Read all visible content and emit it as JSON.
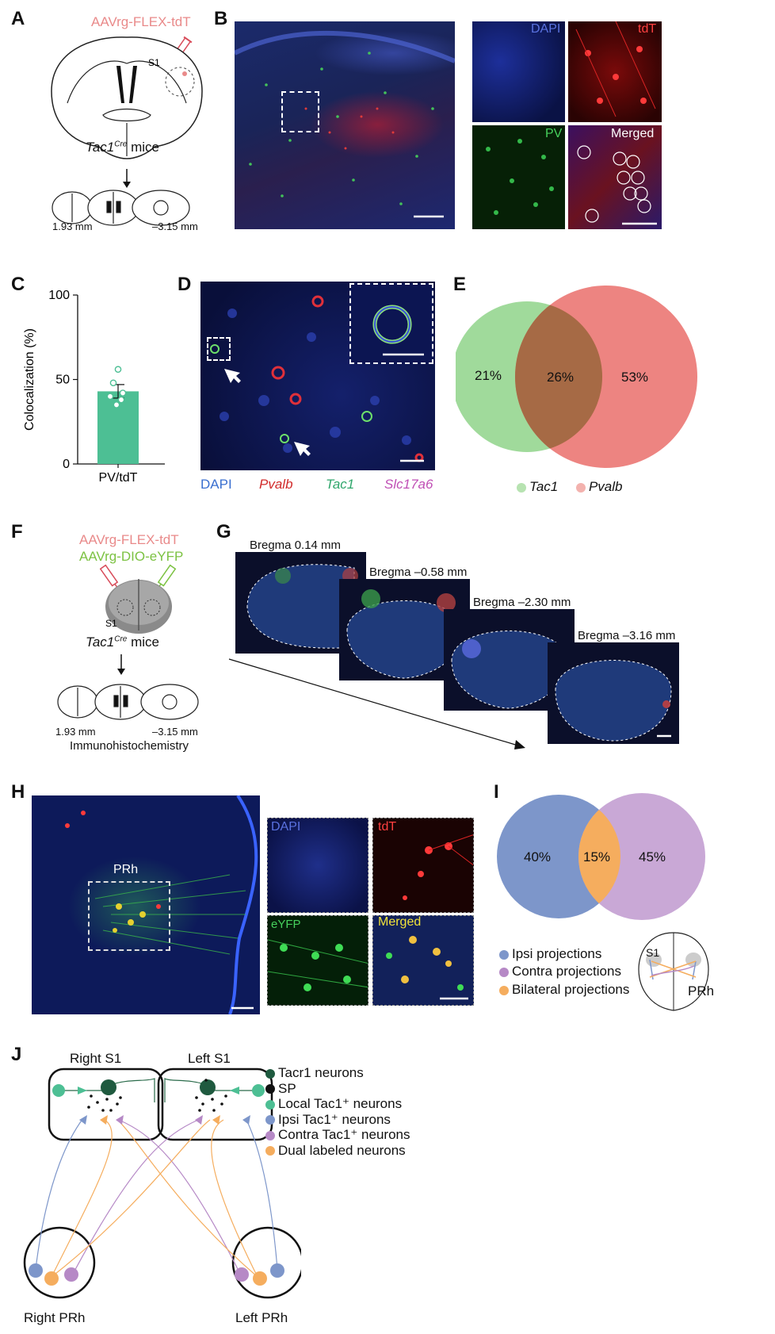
{
  "panels": {
    "A": "A",
    "B": "B",
    "C": "C",
    "D": "D",
    "E": "E",
    "F": "F",
    "G": "G",
    "H": "H",
    "I": "I",
    "J": "J"
  },
  "panel_a": {
    "virus": "AAVrg-FLEX-tdT",
    "region": "S1",
    "mouse": "Tac1",
    "mouse_sup": "Cre",
    "mouse_suffix": " mice",
    "left_coord": "1.93 mm",
    "right_coord": "–3.15 mm"
  },
  "panel_b": {
    "channels": [
      "DAPI",
      "tdT",
      "PV",
      "Merged"
    ]
  },
  "panel_c": {
    "chart_data": {
      "type": "bar",
      "categories": [
        "PV/tdT"
      ],
      "values": [
        43
      ],
      "error": [
        4
      ],
      "points": [
        56,
        48,
        42,
        40,
        38,
        35
      ],
      "ylabel": "Colocalization (%)",
      "ylim": [
        0,
        100
      ],
      "yticks": [
        0,
        50,
        100
      ],
      "bar_color": "#4dbf94"
    }
  },
  "panel_d": {
    "legend": [
      {
        "text": "DAPI",
        "color": "#3a6fd0",
        "italic": false
      },
      {
        "text": "Pvalb",
        "color": "#d12a2a",
        "italic": true
      },
      {
        "text": "Tac1",
        "color": "#2fa66b",
        "italic": true
      },
      {
        "text": "Slc17a6",
        "color": "#c04fb5",
        "italic": true
      }
    ]
  },
  "panel_e": {
    "chart_data": {
      "type": "venn",
      "sets": [
        {
          "name": "Tac1",
          "value": "21%",
          "color": "#8fd48a"
        },
        {
          "name": "Pvalb",
          "value": "53%",
          "color": "#ea6f6b"
        }
      ],
      "overlap": "26%"
    },
    "legend": [
      "Tac1",
      "Pvalb"
    ]
  },
  "panel_f": {
    "virus1": "AAVrg-FLEX-tdT",
    "virus2": "AAVrg-DIO-eYFP",
    "region": "S1",
    "mouse": "Tac1",
    "mouse_sup": "Cre",
    "mouse_suffix": " mice",
    "left_coord": "1.93 mm",
    "right_coord": "–3.15 mm",
    "method": "Immunohistochemistry"
  },
  "panel_g": {
    "sections": [
      "Bregma 0.14 mm",
      "Bregma –0.58 mm",
      "Bregma –2.30 mm",
      "Bregma –3.16 mm"
    ]
  },
  "panel_h": {
    "roi": "PRh",
    "channels": [
      "DAPI",
      "tdT",
      "eYFP",
      "Merged"
    ]
  },
  "panel_i": {
    "chart_data": {
      "type": "venn",
      "sets": [
        {
          "name": "Ipsi projections",
          "value": "40%",
          "color": "#7d96ca"
        },
        {
          "name": "Contra projections",
          "value": "45%",
          "color": "#c9a8d6"
        }
      ],
      "overlap": "15%",
      "overlap_name": "Bilateral projections",
      "overlap_color": "#f5ad5e"
    },
    "legend": [
      {
        "text": "Ipsi projections",
        "color": "#7d96ca"
      },
      {
        "text": "Contra projections",
        "color": "#b689c6"
      },
      {
        "text": "Bilateral projections",
        "color": "#f5ad5e"
      }
    ],
    "brain_s1": "S1",
    "brain_prh": "PRh"
  },
  "panel_j": {
    "right_s1": "Right S1",
    "left_s1": "Left S1",
    "right_prh": "Right PRh",
    "left_prh": "Left PRh",
    "legend": [
      {
        "text": "Tacr1 neurons",
        "color": "#1f5a3f"
      },
      {
        "text": "SP",
        "color": "#111111"
      },
      {
        "text": "Local Tac1⁺ neurons",
        "color": "#4dbf94"
      },
      {
        "text": "Ipsi Tac1⁺ neurons",
        "color": "#7d96ca"
      },
      {
        "text": "Contra Tac1⁺ neurons",
        "color": "#b689c6"
      },
      {
        "text": "Dual labeled neurons",
        "color": "#f5ad5e"
      }
    ]
  }
}
